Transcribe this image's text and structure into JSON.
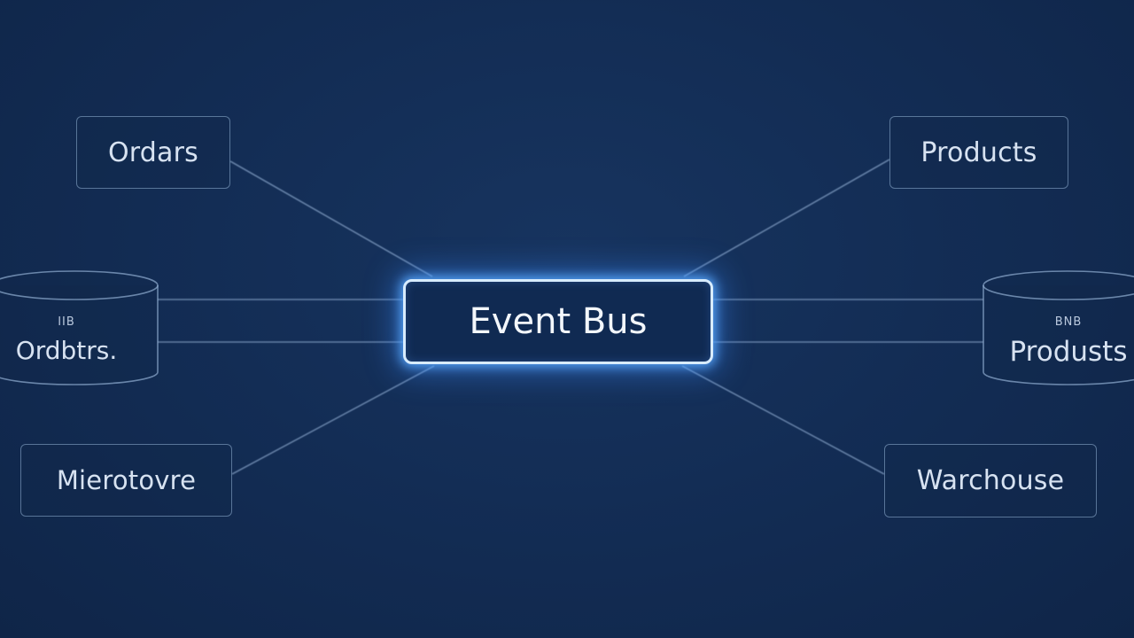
{
  "hub": {
    "label": "Event Bus"
  },
  "services": {
    "orders": "Ordars",
    "products": "Products",
    "microservice": "Mierotovre",
    "warehouse": "Warchouse"
  },
  "databases": {
    "left": {
      "small": "IIB",
      "label": "Ordbtrs."
    },
    "right": {
      "small": "BNB",
      "label": "Produsts"
    }
  },
  "colors": {
    "background": "#132d55",
    "line": "#9bb8dc",
    "hub_border": "#d8ecff",
    "hub_glow": "#4a9bff"
  }
}
